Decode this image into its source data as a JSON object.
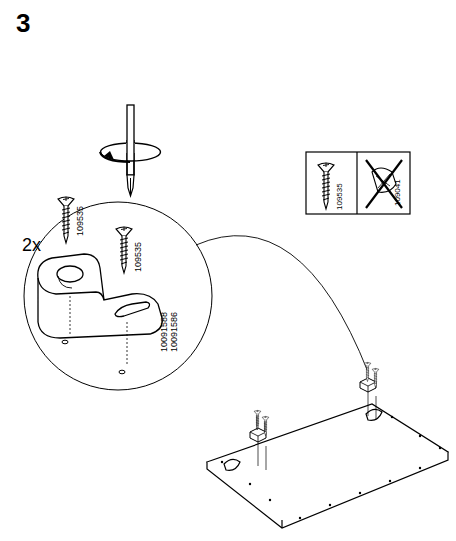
{
  "diagram": {
    "title": "3",
    "labels": [
      "2x",
      "109535",
      "109535",
      "10091588",
      "10091586",
      "109535",
      "109041"
    ]
  }
}
